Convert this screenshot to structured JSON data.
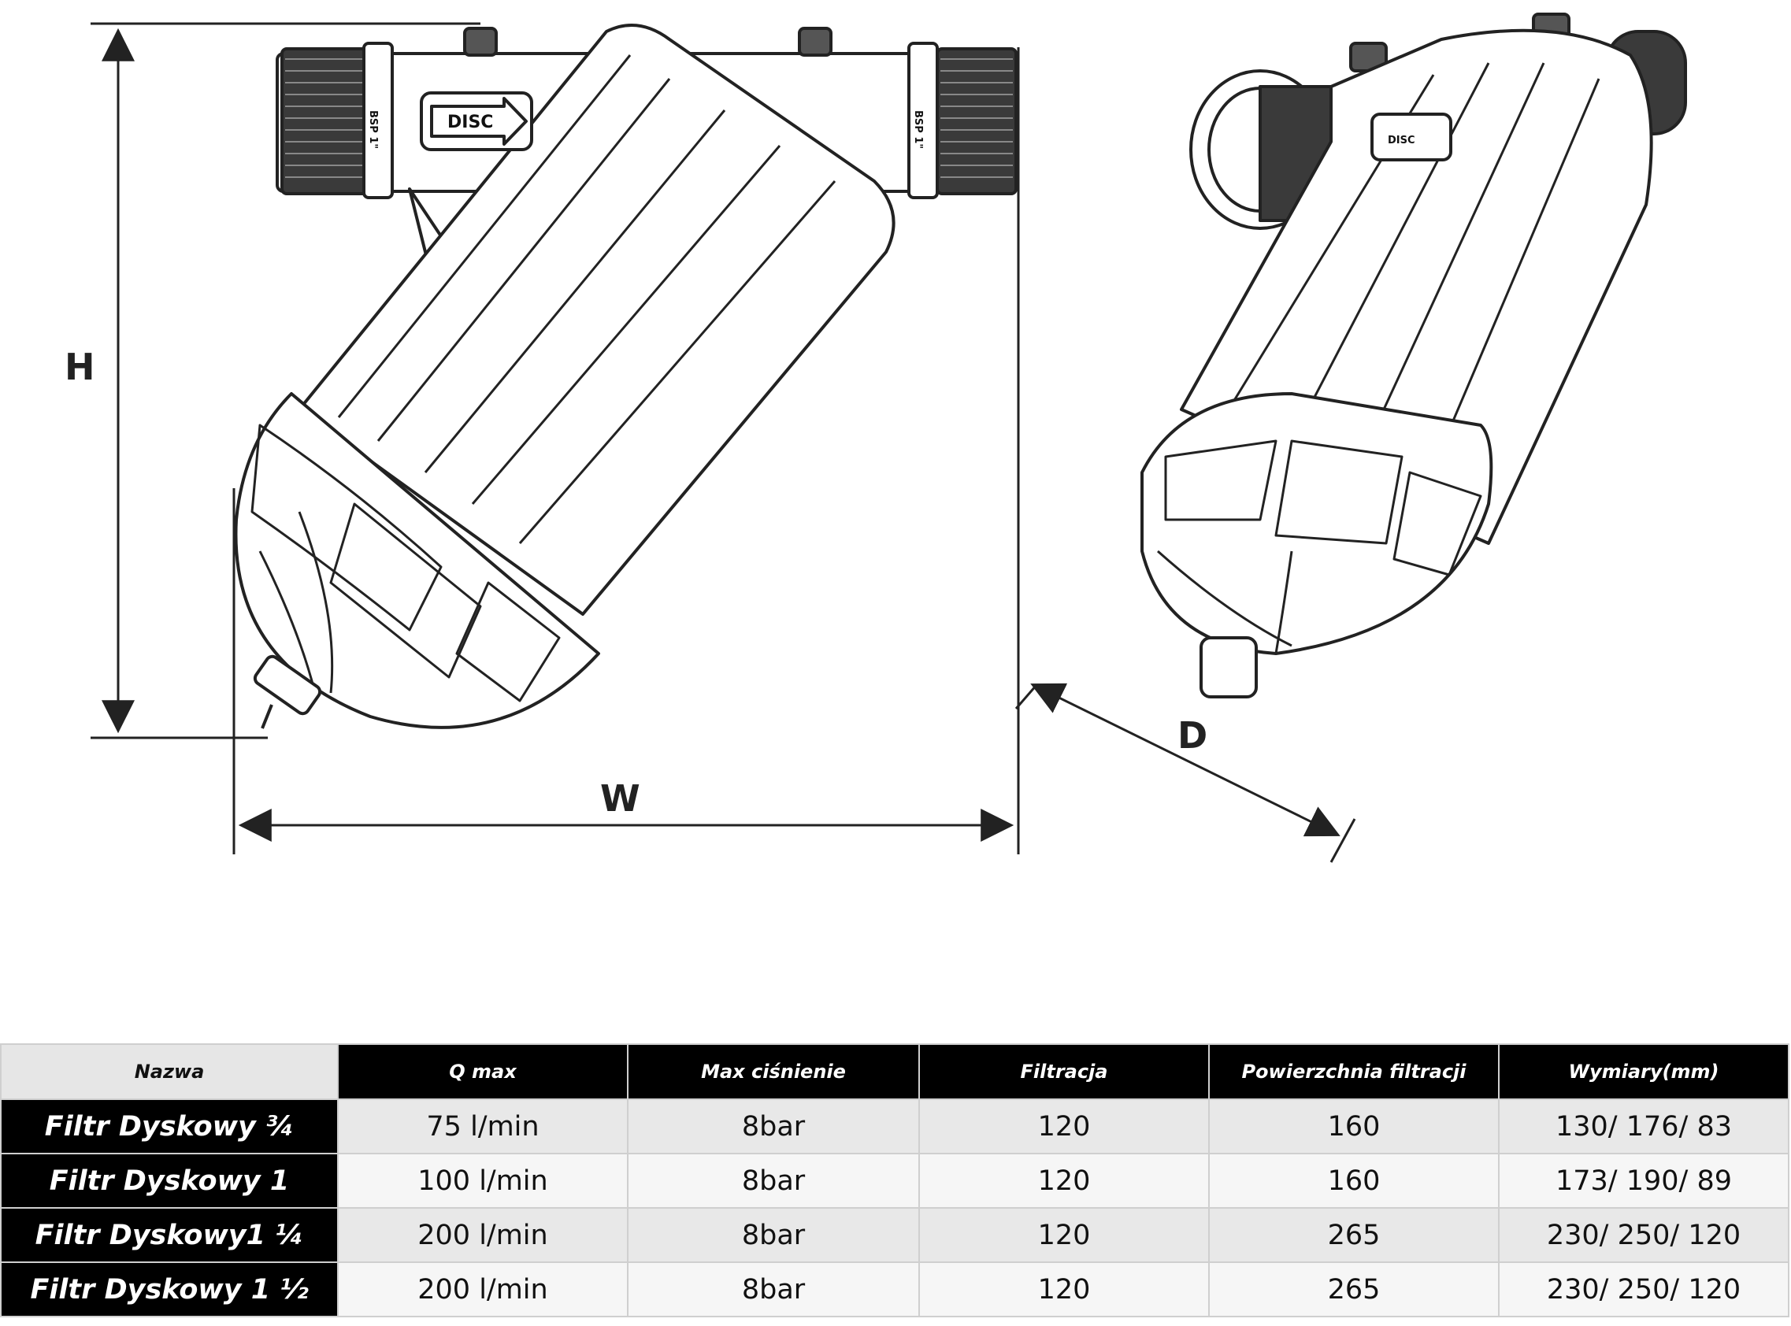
{
  "dimensions": {
    "height_label": "H",
    "width_label": "W",
    "depth_label": "D"
  },
  "product_markings": {
    "disc_stamp": "DISC",
    "thread_mark": "BSP 1\""
  },
  "table": {
    "headers": [
      "Nazwa",
      "Q max",
      "Max ciśnienie",
      "Filtracja",
      "Powierzchnia filtracji",
      "Wymiary(mm)"
    ],
    "rows": [
      {
        "name": "Filtr Dyskowy ¾",
        "q_max": "75 l/min",
        "pressure": "8bar",
        "filtration": "120",
        "surface": "160",
        "dimensions": "130/ 176/ 83"
      },
      {
        "name": "Filtr Dyskowy 1",
        "q_max": "100 l/min",
        "pressure": "8bar",
        "filtration": "120",
        "surface": "160",
        "dimensions": "173/ 190/ 89"
      },
      {
        "name": "Filtr Dyskowy1 ¼",
        "q_max": "200 l/min",
        "pressure": "8bar",
        "filtration": "120",
        "surface": "265",
        "dimensions": "230/ 250/ 120"
      },
      {
        "name": "Filtr Dyskowy 1 ½",
        "q_max": "200 l/min",
        "pressure": "8bar",
        "filtration": "120",
        "surface": "265",
        "dimensions": "230/ 250/ 120"
      }
    ]
  }
}
